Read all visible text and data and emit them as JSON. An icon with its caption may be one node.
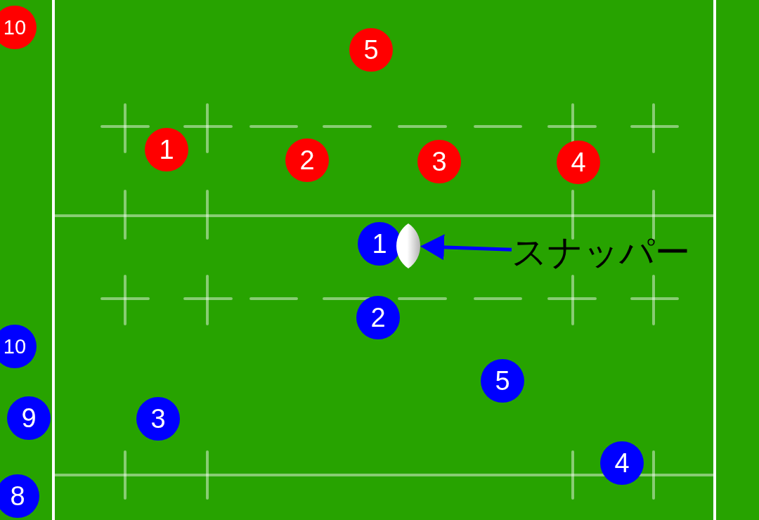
{
  "diagram": {
    "nodes": [
      {
        "text": [
          "10"
        ]
      },
      {
        "text": [
          "5"
        ]
      },
      {
        "text": [
          "1"
        ]
      },
      {
        "text": [
          "2"
        ]
      },
      {
        "text": [
          "3"
        ]
      },
      {
        "text": [
          "4"
        ]
      },
      {
        "text": [
          "1"
        ]
      },
      {
        "text": [],
        "shape": "ball"
      },
      {
        "text": [
          "スナッパー"
        ]
      },
      {
        "text": [
          "2"
        ]
      },
      {
        "text": [
          "10"
        ]
      },
      {
        "text": [
          "5"
        ]
      },
      {
        "text": [
          "9"
        ]
      },
      {
        "text": [
          "3"
        ]
      },
      {
        "text": [
          "4"
        ]
      },
      {
        "text": [
          "8"
        ]
      }
    ],
    "edges": [
      {
        "from": 8,
        "to": 7,
        "arrow": "to"
      }
    ]
  }
}
